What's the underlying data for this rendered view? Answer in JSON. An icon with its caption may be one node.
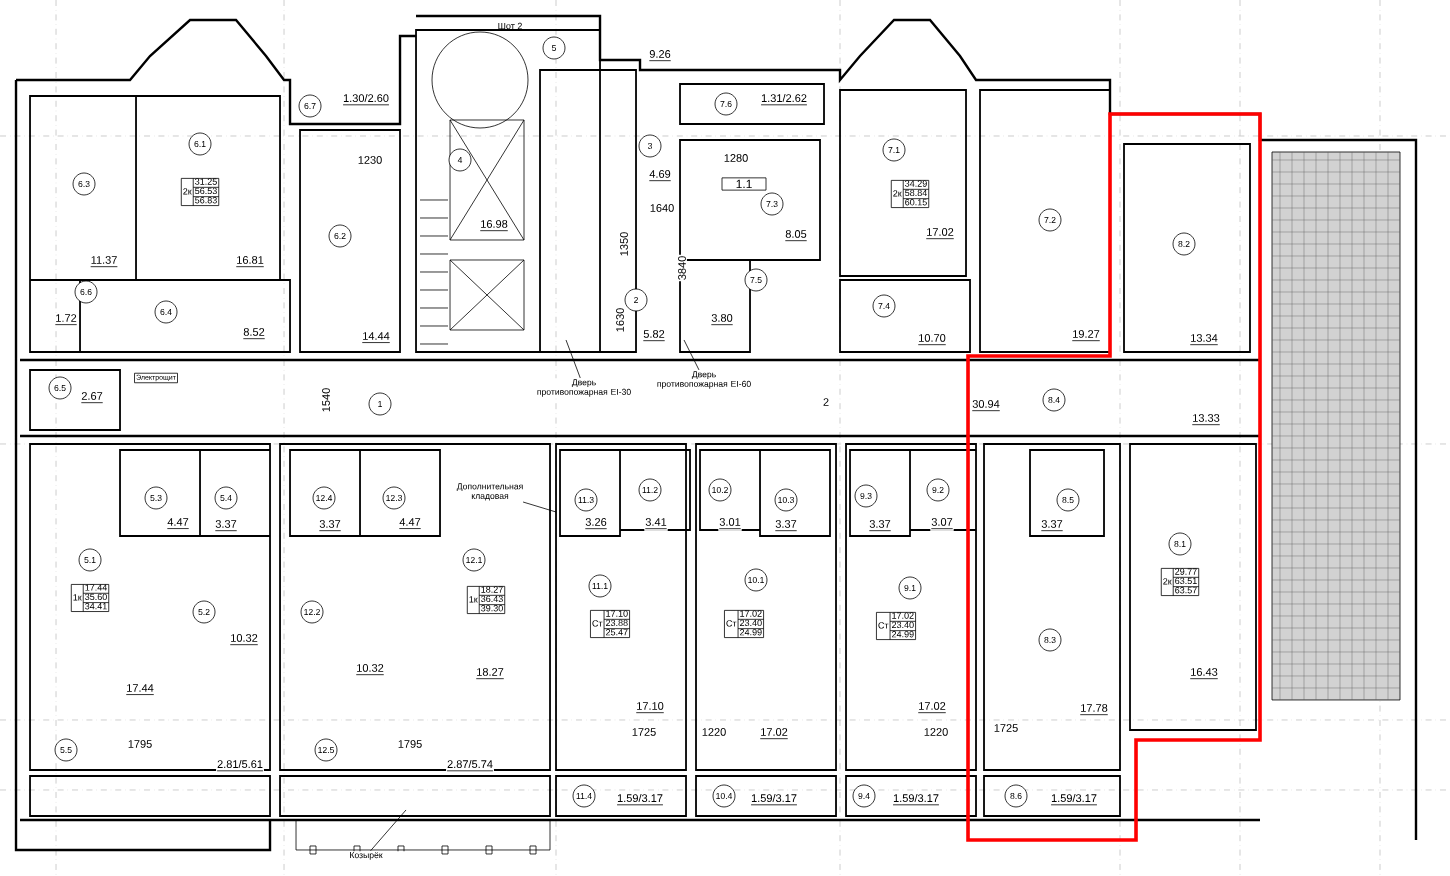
{
  "diagram": {
    "nodes": [
      {
        "text": [
          "6.7"
        ]
      },
      {
        "text": [
          "6.1"
        ]
      },
      {
        "text": [
          "2к",
          "31.25",
          "56.53",
          "56.83"
        ]
      },
      {
        "text": [
          "6.3"
        ]
      },
      {
        "text": [
          "6.2"
        ]
      },
      {
        "text": [
          "6.6"
        ]
      },
      {
        "text": [
          "6.4"
        ]
      },
      {
        "text": [
          "6.5"
        ]
      },
      {
        "text": [
          "1"
        ]
      },
      {
        "text": [
          "5"
        ]
      },
      {
        "text": [
          "4"
        ]
      },
      {
        "text": [
          "3"
        ]
      },
      {
        "text": [
          "2"
        ]
      },
      {
        "text": [
          "7.6"
        ]
      },
      {
        "text": [
          "1.1"
        ]
      },
      {
        "text": [
          "7.3"
        ]
      },
      {
        "text": [
          "7.5"
        ]
      },
      {
        "text": [
          "7.1"
        ]
      },
      {
        "text": [
          "2к",
          "34.29",
          "58.84",
          "60.15"
        ]
      },
      {
        "text": [
          "7.4"
        ]
      },
      {
        "text": [
          "7.2"
        ]
      },
      {
        "text": [
          "8.2"
        ]
      },
      {
        "text": [
          "Дверь противопожарная EI-30"
        ]
      },
      {
        "text": [
          "Дверь противопожарная EI-60"
        ]
      },
      {
        "text": [
          "8.4"
        ]
      },
      {
        "text": [
          "5.3"
        ]
      },
      {
        "text": [
          "5.4"
        ]
      },
      {
        "text": [
          "12.4"
        ]
      },
      {
        "text": [
          "12.3"
        ]
      },
      {
        "text": [
          "Дополнительная кладовая"
        ]
      },
      {
        "text": [
          "11.3"
        ]
      },
      {
        "text": [
          "11.2"
        ]
      },
      {
        "text": [
          "10.2"
        ]
      },
      {
        "text": [
          "10.3"
        ]
      },
      {
        "text": [
          "9.3"
        ]
      },
      {
        "text": [
          "9.2"
        ]
      },
      {
        "text": [
          "8.5"
        ]
      },
      {
        "text": [
          "5.1"
        ]
      },
      {
        "text": [
          "1к",
          "17.44",
          "35.60",
          "34.41"
        ]
      },
      {
        "text": [
          "12.1"
        ]
      },
      {
        "text": [
          "1к",
          "18.27",
          "36.43",
          "39.30"
        ]
      },
      {
        "text": [
          "8.1"
        ]
      },
      {
        "text": [
          "2к",
          "29.77",
          "63.51",
          "63.57"
        ]
      },
      {
        "text": [
          "11.1"
        ]
      },
      {
        "text": [
          "Ст",
          "17.10",
          "23.88",
          "25.47"
        ]
      },
      {
        "text": [
          "10.1"
        ]
      },
      {
        "text": [
          "Ст",
          "17.02",
          "23.40",
          "24.99"
        ]
      },
      {
        "text": [
          "9.1"
        ]
      },
      {
        "text": [
          "Ст",
          "17.02",
          "23.40",
          "24.99"
        ]
      },
      {
        "text": [
          "5.2"
        ]
      },
      {
        "text": [
          "12.2"
        ]
      },
      {
        "text": [
          "8.3"
        ]
      },
      {
        "text": [
          "5.5"
        ]
      },
      {
        "text": [
          "12.5"
        ]
      },
      {
        "text": [
          "11.4"
        ]
      },
      {
        "text": [
          "10.4"
        ]
      },
      {
        "text": [
          "9.4"
        ]
      },
      {
        "text": [
          "8.6"
        ]
      },
      {
        "text": [
          "Козырёк"
        ]
      }
    ],
    "edges": [
      {
        "from": 22,
        "to": null,
        "arrow": "none"
      },
      {
        "from": 23,
        "to": null,
        "arrow": "none"
      },
      {
        "from": 29,
        "to": null,
        "arrow": "none"
      },
      {
        "from": 58,
        "to": null,
        "arrow": "none"
      }
    ],
    "labels": [
      "Шот 2",
      "9.26",
      "1.30/2.60",
      "1.31/2.62",
      "1230",
      "1280",
      "4.69",
      "1640",
      "16.98",
      "8.05",
      "17.02",
      "1350",
      "3840",
      "11.37",
      "16.81",
      "3.80",
      "1630",
      "5.82",
      "1.72",
      "8.52",
      "14.44",
      "10.70",
      "19.27",
      "13.34",
      "Электрощит",
      "2.67",
      "1540",
      "2",
      "30.94",
      "13.33",
      "4.47",
      "3.37",
      "3.37",
      "4.47",
      "3.26",
      "3.41",
      "3.01",
      "3.37",
      "3.37",
      "3.07",
      "3.37",
      "10.32",
      "10.32",
      "18.27",
      "16.43",
      "17.44",
      "17.10",
      "17.02",
      "17.02",
      "17.78",
      "1795",
      "1795",
      "1725",
      "1220",
      "1220",
      "1725",
      "2.81/5.61",
      "2.87/5.74",
      "1.59/3.17",
      "1.59/3.17",
      "1.59/3.17",
      "1.59/3.17"
    ]
  }
}
